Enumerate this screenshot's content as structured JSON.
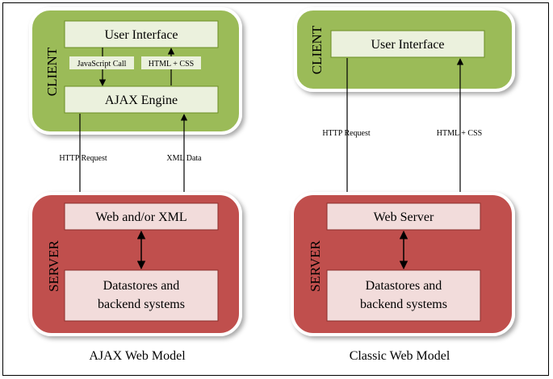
{
  "colors": {
    "client_fill": "#9bbb59",
    "client_stroke": "#ffffff",
    "client_inner": "#ebf1dd",
    "client_inner_stroke": "#6b8e23",
    "server_fill": "#c0504d",
    "server_inner": "#f2dcdb",
    "server_inner_stroke": "#8b2e2b",
    "arrow": "#000000"
  },
  "ajax": {
    "client_label": "CLIENT",
    "server_label": "SERVER",
    "user_interface": "User Interface",
    "javascript_call": "JavaScript Call",
    "html_css": "HTML + CSS",
    "ajax_engine": "AJAX Engine",
    "http_request": "HTTP Request",
    "xml_data": "XML Data",
    "web_xml": "Web and/or XML",
    "datastores_line1": "Datastores and",
    "datastores_line2": "backend systems",
    "caption": "AJAX Web Model"
  },
  "classic": {
    "client_label": "CLIENT",
    "server_label": "SERVER",
    "user_interface": "User Interface",
    "http_request": "HTTP Request",
    "html_css": "HTML + CSS",
    "web_server": "Web Server",
    "datastores_line1": "Datastores and",
    "datastores_line2": "backend systems",
    "caption": "Classic Web Model"
  }
}
